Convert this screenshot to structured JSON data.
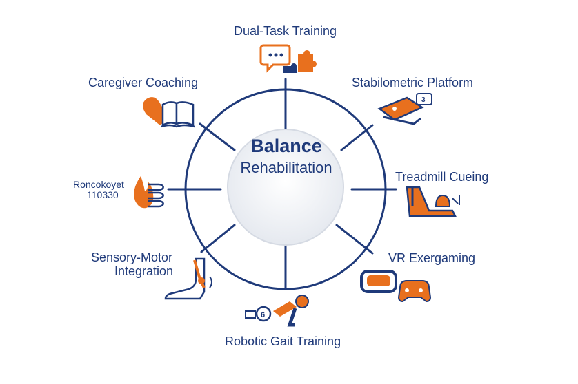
{
  "center": {
    "line1": "Balance",
    "line2": "Rehabilitation"
  },
  "colors": {
    "navy": "#1f3a7a",
    "orange": "#e8701e",
    "hub_fill": "#f2f4f7"
  },
  "nodes": [
    {
      "label": "Dual-Task Training",
      "icon": "chat-puzzle-icon"
    },
    {
      "label": "Stabilometric Platform",
      "icon": "balance-platform-icon"
    },
    {
      "label": "Treadmill Cueing",
      "icon": "treadmill-bell-icon"
    },
    {
      "label": "VR Exergaming",
      "icon": "vr-headset-gamepad-icon"
    },
    {
      "label": "Robotic Gait Training",
      "icon": "robotic-arm-icon"
    },
    {
      "label_line1": "Sensory-Motor",
      "label_line2": "Integration",
      "icon": "foot-sensor-icon"
    },
    {
      "label_line1": "Roncokoyet",
      "label_line2": "110330",
      "icon": "flame-stack-icon"
    },
    {
      "label": "Caregiver Coaching",
      "icon": "heart-book-icon"
    }
  ],
  "platform_badge": "3",
  "robot_badge": "6"
}
